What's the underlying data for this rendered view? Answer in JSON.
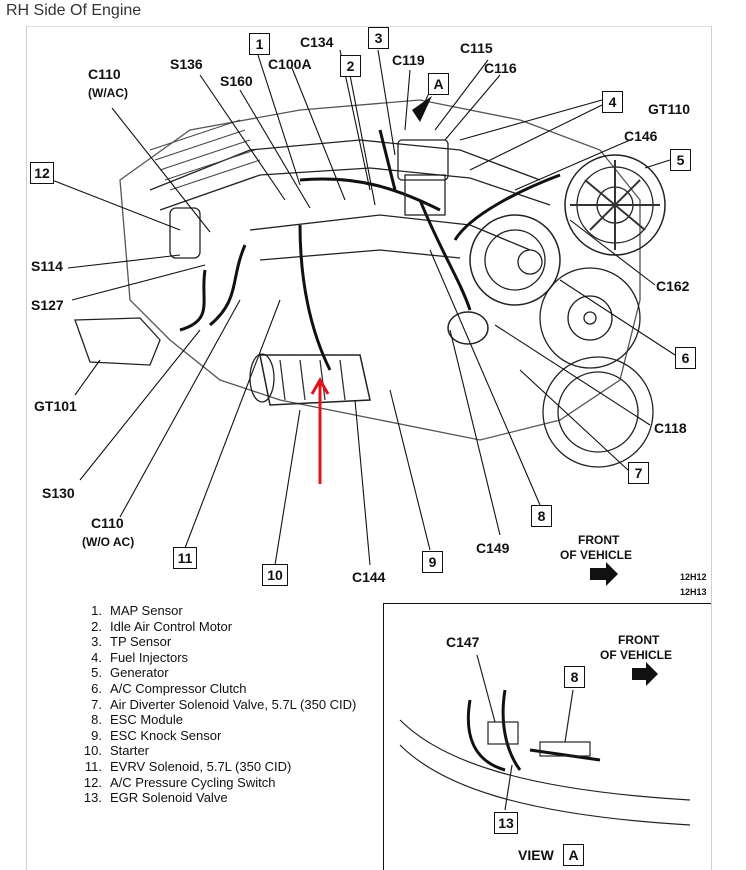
{
  "page_title": "RH Side Of Engine",
  "callouts": {
    "c110_wac": "C110",
    "c110_wac_sub": "(W/AC)",
    "s136": "S136",
    "s160": "S160",
    "c100a": "C100A",
    "c134": "C134",
    "c119": "C119",
    "c115": "C115",
    "c116": "C116",
    "gt110": "GT110",
    "c146": "C146",
    "c162": "C162",
    "c118": "C118",
    "s114": "S114",
    "s127": "S127",
    "gt101": "GT101",
    "s130": "S130",
    "c110_woac": "C110",
    "c110_woac_sub": "(W/O AC)",
    "c149": "C149",
    "c144": "C144",
    "c147": "C147",
    "front_line1": "FRONT",
    "front_line2": "OF VEHICLE",
    "front2_line1": "FRONT",
    "front2_line2": "OF VEHICLE",
    "view_label": "VIEW",
    "fig_code1": "12H12",
    "fig_code2": "12H13"
  },
  "boxes": {
    "b1": "1",
    "b2": "2",
    "b3": "3",
    "bA": "A",
    "b4": "4",
    "b5": "5",
    "b6": "6",
    "b7": "7",
    "b8": "8",
    "b9": "9",
    "b10": "10",
    "b11": "11",
    "b12": "12",
    "b8v": "8",
    "b13": "13",
    "bAv": "A"
  },
  "legend": [
    {
      "num": "1.",
      "text": "MAP Sensor"
    },
    {
      "num": "2.",
      "text": "Idle Air Control Motor"
    },
    {
      "num": "3.",
      "text": "TP Sensor"
    },
    {
      "num": "4.",
      "text": "Fuel Injectors"
    },
    {
      "num": "5.",
      "text": "Generator"
    },
    {
      "num": "6.",
      "text": "A/C Compressor Clutch"
    },
    {
      "num": "7.",
      "text": "Air Diverter Solenoid Valve, 5.7L (350 CID)"
    },
    {
      "num": "8.",
      "text": "ESC Module"
    },
    {
      "num": "9.",
      "text": "ESC Knock Sensor"
    },
    {
      "num": "10.",
      "text": "Starter"
    },
    {
      "num": "11.",
      "text": "EVRV Solenoid, 5.7L (350 CID)"
    },
    {
      "num": "12.",
      "text": "A/C Pressure Cycling Switch"
    },
    {
      "num": "13.",
      "text": "EGR Solenoid Valve"
    }
  ],
  "annotation_color": "#e0141e"
}
